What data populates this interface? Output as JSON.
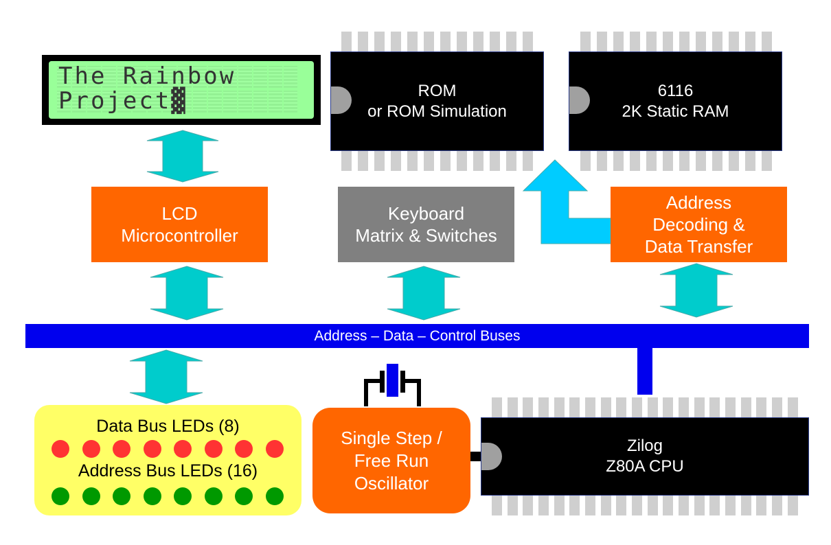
{
  "lcd": {
    "line1": "The Rainbow",
    "line2": "Project",
    "cursor": "▓",
    "screen_color": "#99ff99"
  },
  "rom_chip": {
    "line1": "ROM",
    "line2": "or ROM Simulation"
  },
  "ram_chip": {
    "line1": "6116",
    "line2": "2K Static RAM"
  },
  "lcd_controller": {
    "line1": "LCD",
    "line2": "Microcontroller"
  },
  "keyboard": {
    "line1": "Keyboard",
    "line2": "Matrix & Switches"
  },
  "address_decoding": {
    "line1": "Address",
    "line2": "Decoding &",
    "line3": "Data Transfer"
  },
  "bus": {
    "label": "Address – Data – Control Buses"
  },
  "led_panel": {
    "data_title": "Data Bus LEDs (8)",
    "address_title": "Address Bus LEDs (16)",
    "data_led_count": 8,
    "address_led_count": 8,
    "data_led_color": "#ff3333",
    "address_led_color": "#009900"
  },
  "oscillator": {
    "line1": "Single Step /",
    "line2": "Free Run",
    "line3": "Oscillator"
  },
  "cpu_chip": {
    "line1": "Zilog",
    "line2": "Z80A CPU"
  },
  "colors": {
    "block": "#ff6600",
    "keyboard_block": "#808080",
    "bus": "#0000ee",
    "arrow": "#00cccc",
    "control_arrow": "#00ccff"
  },
  "icons": [
    "crystal-icon",
    "up-down-arrow-icon",
    "elbow-arrow-icon"
  ]
}
